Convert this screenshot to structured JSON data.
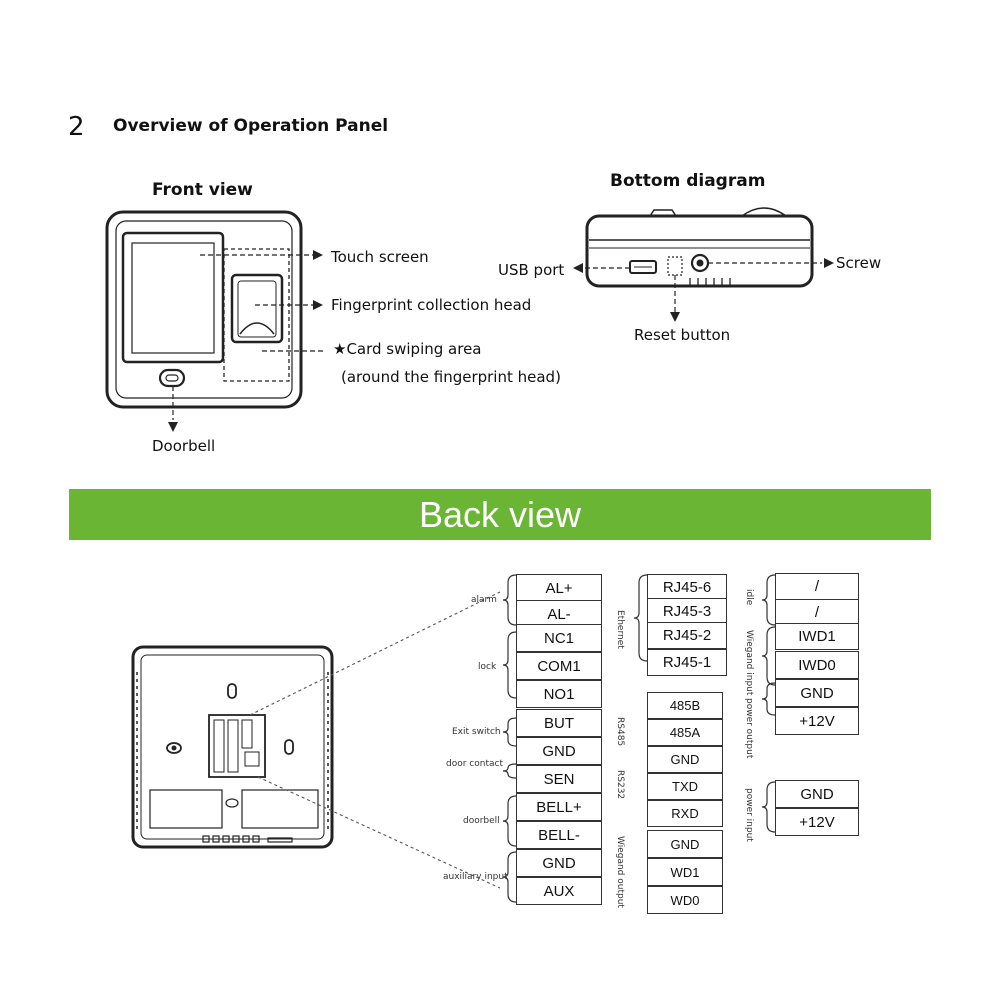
{
  "section": {
    "number": "2",
    "title": "Overview of Operation Panel"
  },
  "front_view": {
    "title": "Front view",
    "labels": {
      "touch_screen": "Touch screen",
      "fingerprint_head": "Fingerprint collection head",
      "card_area": "Card swiping area",
      "card_area_note": "(around the fingerprint head)",
      "doorbell": "Doorbell"
    },
    "star_mark": "★"
  },
  "bottom_diagram": {
    "title": "Bottom diagram",
    "labels": {
      "usb_port": "USB port",
      "screw": "Screw",
      "reset_button": "Reset button"
    }
  },
  "back_view": {
    "banner_title": "Back view",
    "banner_color": "#6ab534",
    "column1": {
      "pins": [
        "AL+",
        "AL-",
        "NC1",
        "COM1",
        "NO1",
        "BUT",
        "GND",
        "SEN",
        "BELL+",
        "BELL-",
        "GND",
        "AUX"
      ],
      "groups": [
        "alarm",
        "lock",
        "Exit switch",
        "door contact",
        "doorbell",
        "auxiliary input"
      ]
    },
    "column2": {
      "ethernet_pins": [
        "RJ45-6",
        "RJ45-3",
        "RJ45-2",
        "RJ45-1"
      ],
      "ethernet_label": "Ethernet",
      "pins": [
        "485B",
        "485A",
        "GND",
        "TXD",
        "RXD",
        "GND",
        "WD1",
        "WD0"
      ],
      "groups": [
        "RS485",
        "RS232",
        "Wiegand output"
      ]
    },
    "column3": {
      "pins": [
        "/",
        "/",
        "IWD1",
        "IWD0",
        "GND",
        "+12V"
      ],
      "groups": [
        "idle",
        "Wiegand input",
        "power output"
      ],
      "power_pins": [
        "GND",
        "+12V"
      ],
      "power_label": "power input"
    }
  }
}
